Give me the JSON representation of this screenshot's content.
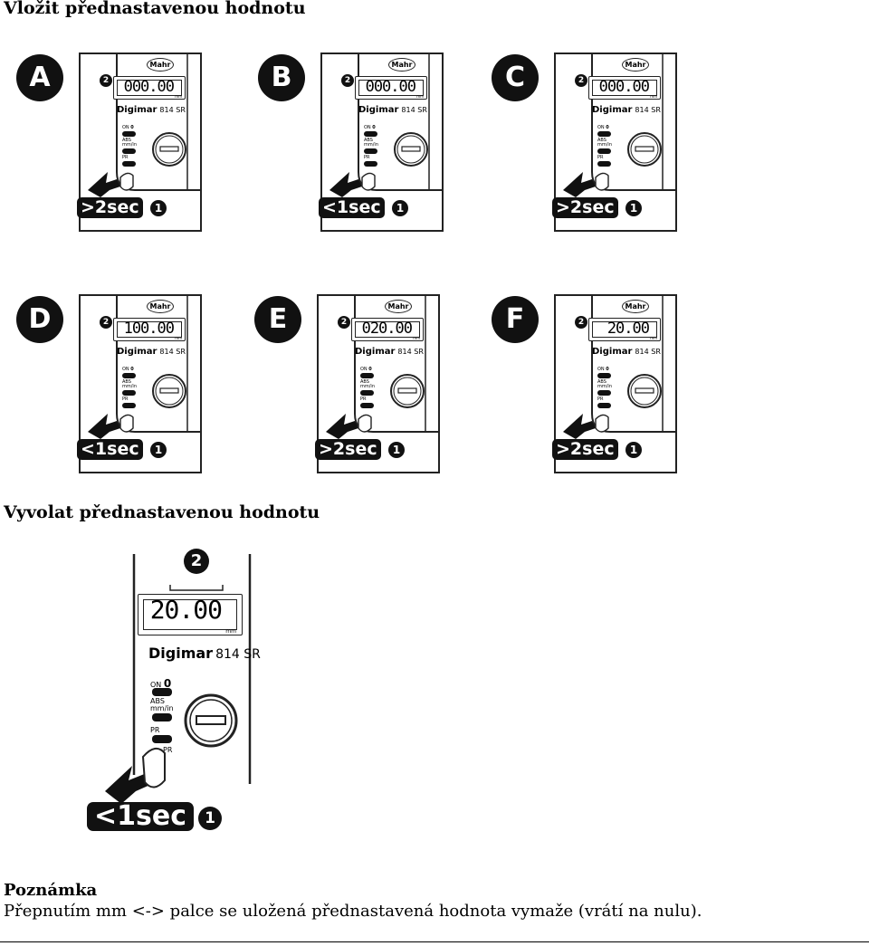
{
  "headings": {
    "insert": "Vložit přednastavenou hodnotu",
    "recall": "Vyvolat přednastavenou hodnotu"
  },
  "device": {
    "brand": "Mahr",
    "model_name": "Digimar",
    "model_number": "814 SR",
    "unit": "mm"
  },
  "labels": {
    "on": "ON",
    "zero": "0",
    "abs": "ABS",
    "mm_in": "mm/in",
    "pr": "PR",
    "marker_one": "1",
    "marker_two": "2"
  },
  "steps": [
    {
      "letter": "A",
      "display": "000.00",
      "duration": ">2sec"
    },
    {
      "letter": "B",
      "display": "000.00",
      "duration": "<1sec"
    },
    {
      "letter": "C",
      "display": "000.00",
      "duration": ">2sec"
    },
    {
      "letter": "D",
      "display": "100.00",
      "duration": "<1sec"
    },
    {
      "letter": "E",
      "display": "020.00",
      "duration": ">2sec"
    },
    {
      "letter": "F",
      "display": "20.00",
      "duration": ">2sec"
    }
  ],
  "recall": {
    "display": "20.00",
    "duration": "<1sec"
  },
  "note": {
    "title": "Poznámka",
    "text": "Přepnutím mm <-> palce se uložená přednastavená hodnota vymaže (vrátí na nulu)."
  }
}
